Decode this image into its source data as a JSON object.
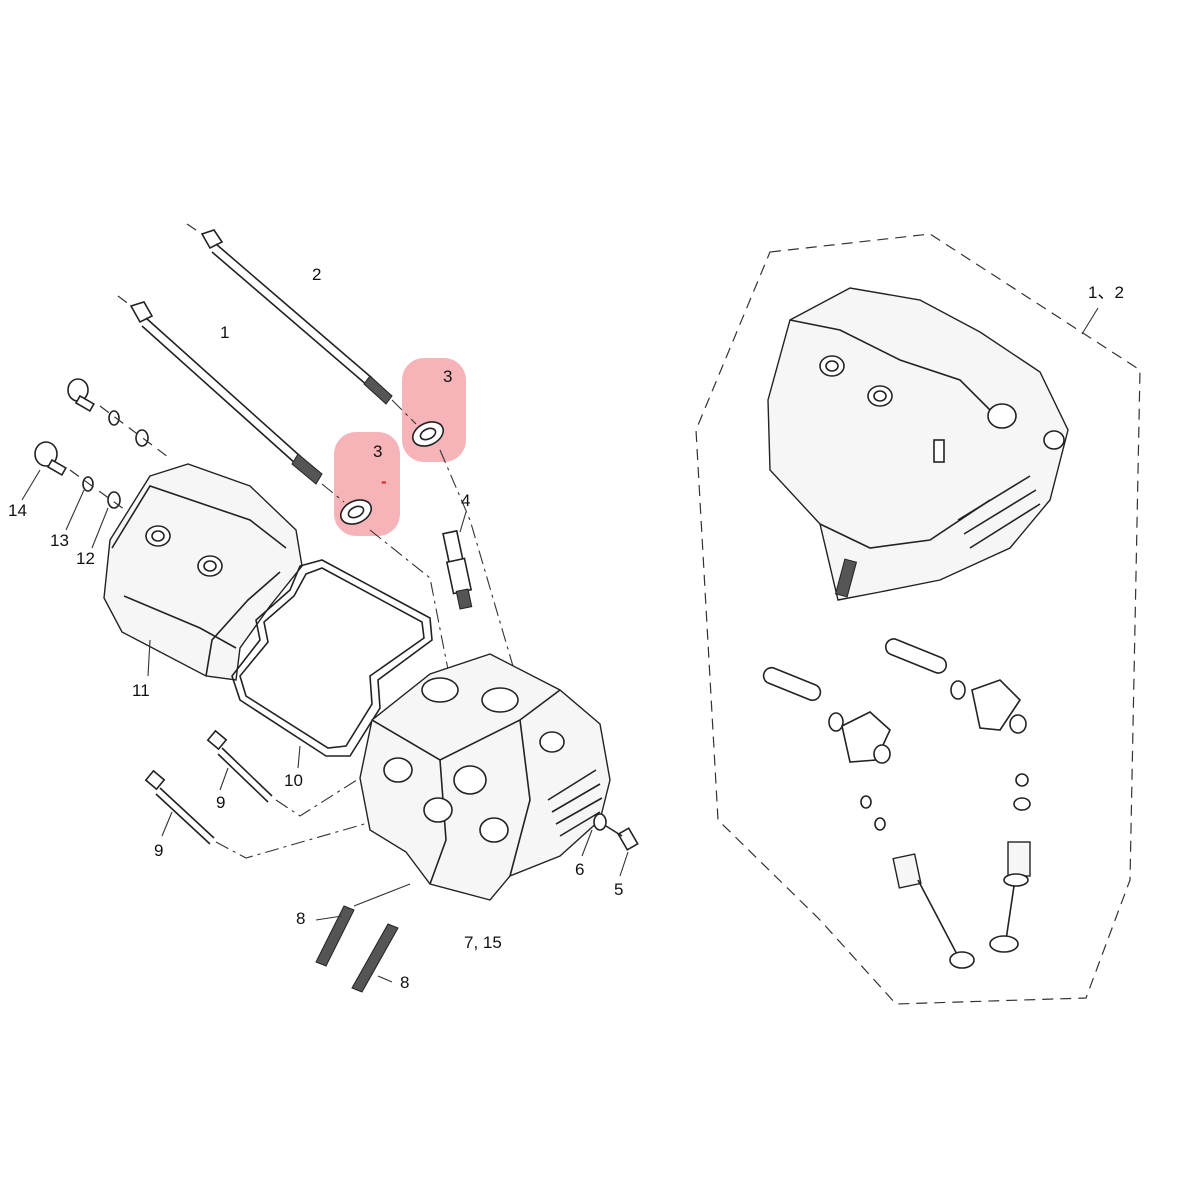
{
  "diagram": {
    "labels": {
      "p1": "1",
      "p2": "2",
      "p3a": "3",
      "p3b": "3",
      "p3b_mark": "-",
      "p4": "4",
      "p5": "5",
      "p6": "6",
      "p7_15": "7, 15",
      "p8a": "8",
      "p8b": "8",
      "p9a": "9",
      "p9b": "9",
      "p10": "10",
      "p11": "11",
      "p12": "12",
      "p13": "13",
      "p14": "14",
      "p1_2": "1、2"
    },
    "colors": {
      "highlight": "#f4a7ab",
      "highlight_mark": "#e02020",
      "line": "#222222"
    },
    "highlighted_parts": [
      "3",
      "3"
    ]
  }
}
